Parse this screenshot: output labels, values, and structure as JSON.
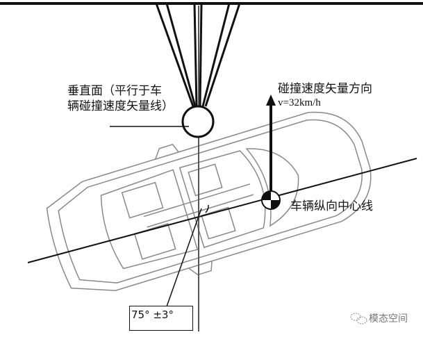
{
  "labels": {
    "vertical_plane_line1": "垂直面（平行于车",
    "vertical_plane_line2": "辆碰撞速度矢量线）",
    "velocity_direction": "碰撞速度矢量方向",
    "velocity_value": "v=32km/h",
    "centerline": "车辆纵向中心线",
    "angle": "75° ±3°"
  },
  "watermark": "模态空间"
}
